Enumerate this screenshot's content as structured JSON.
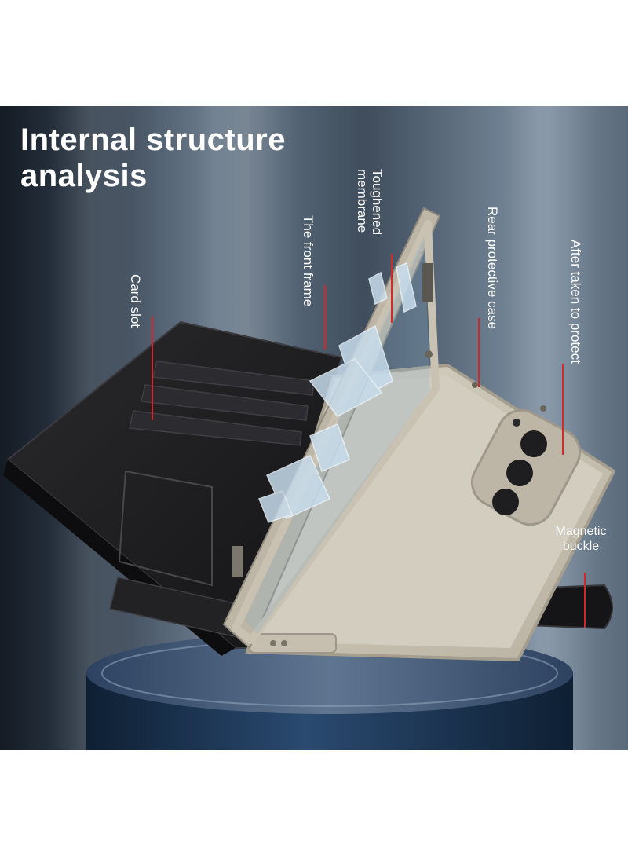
{
  "title_lines": [
    "Internal structure",
    "analysis"
  ],
  "labels": {
    "card_slot": "Card slot",
    "front_frame": "The front frame",
    "toughened_membrane_lines": [
      "Toughened",
      "membrane"
    ],
    "rear_case": "Rear protective case",
    "after_taken": "After taken to protect",
    "magnetic_buckle_lines": [
      "Magnetic",
      "buckle"
    ]
  },
  "colors": {
    "accent_line": "#d22a2a",
    "case_frame": "#c9c2b2",
    "wallet_leather": "#1c1c1e",
    "pedestal": "#1f3a5a"
  }
}
